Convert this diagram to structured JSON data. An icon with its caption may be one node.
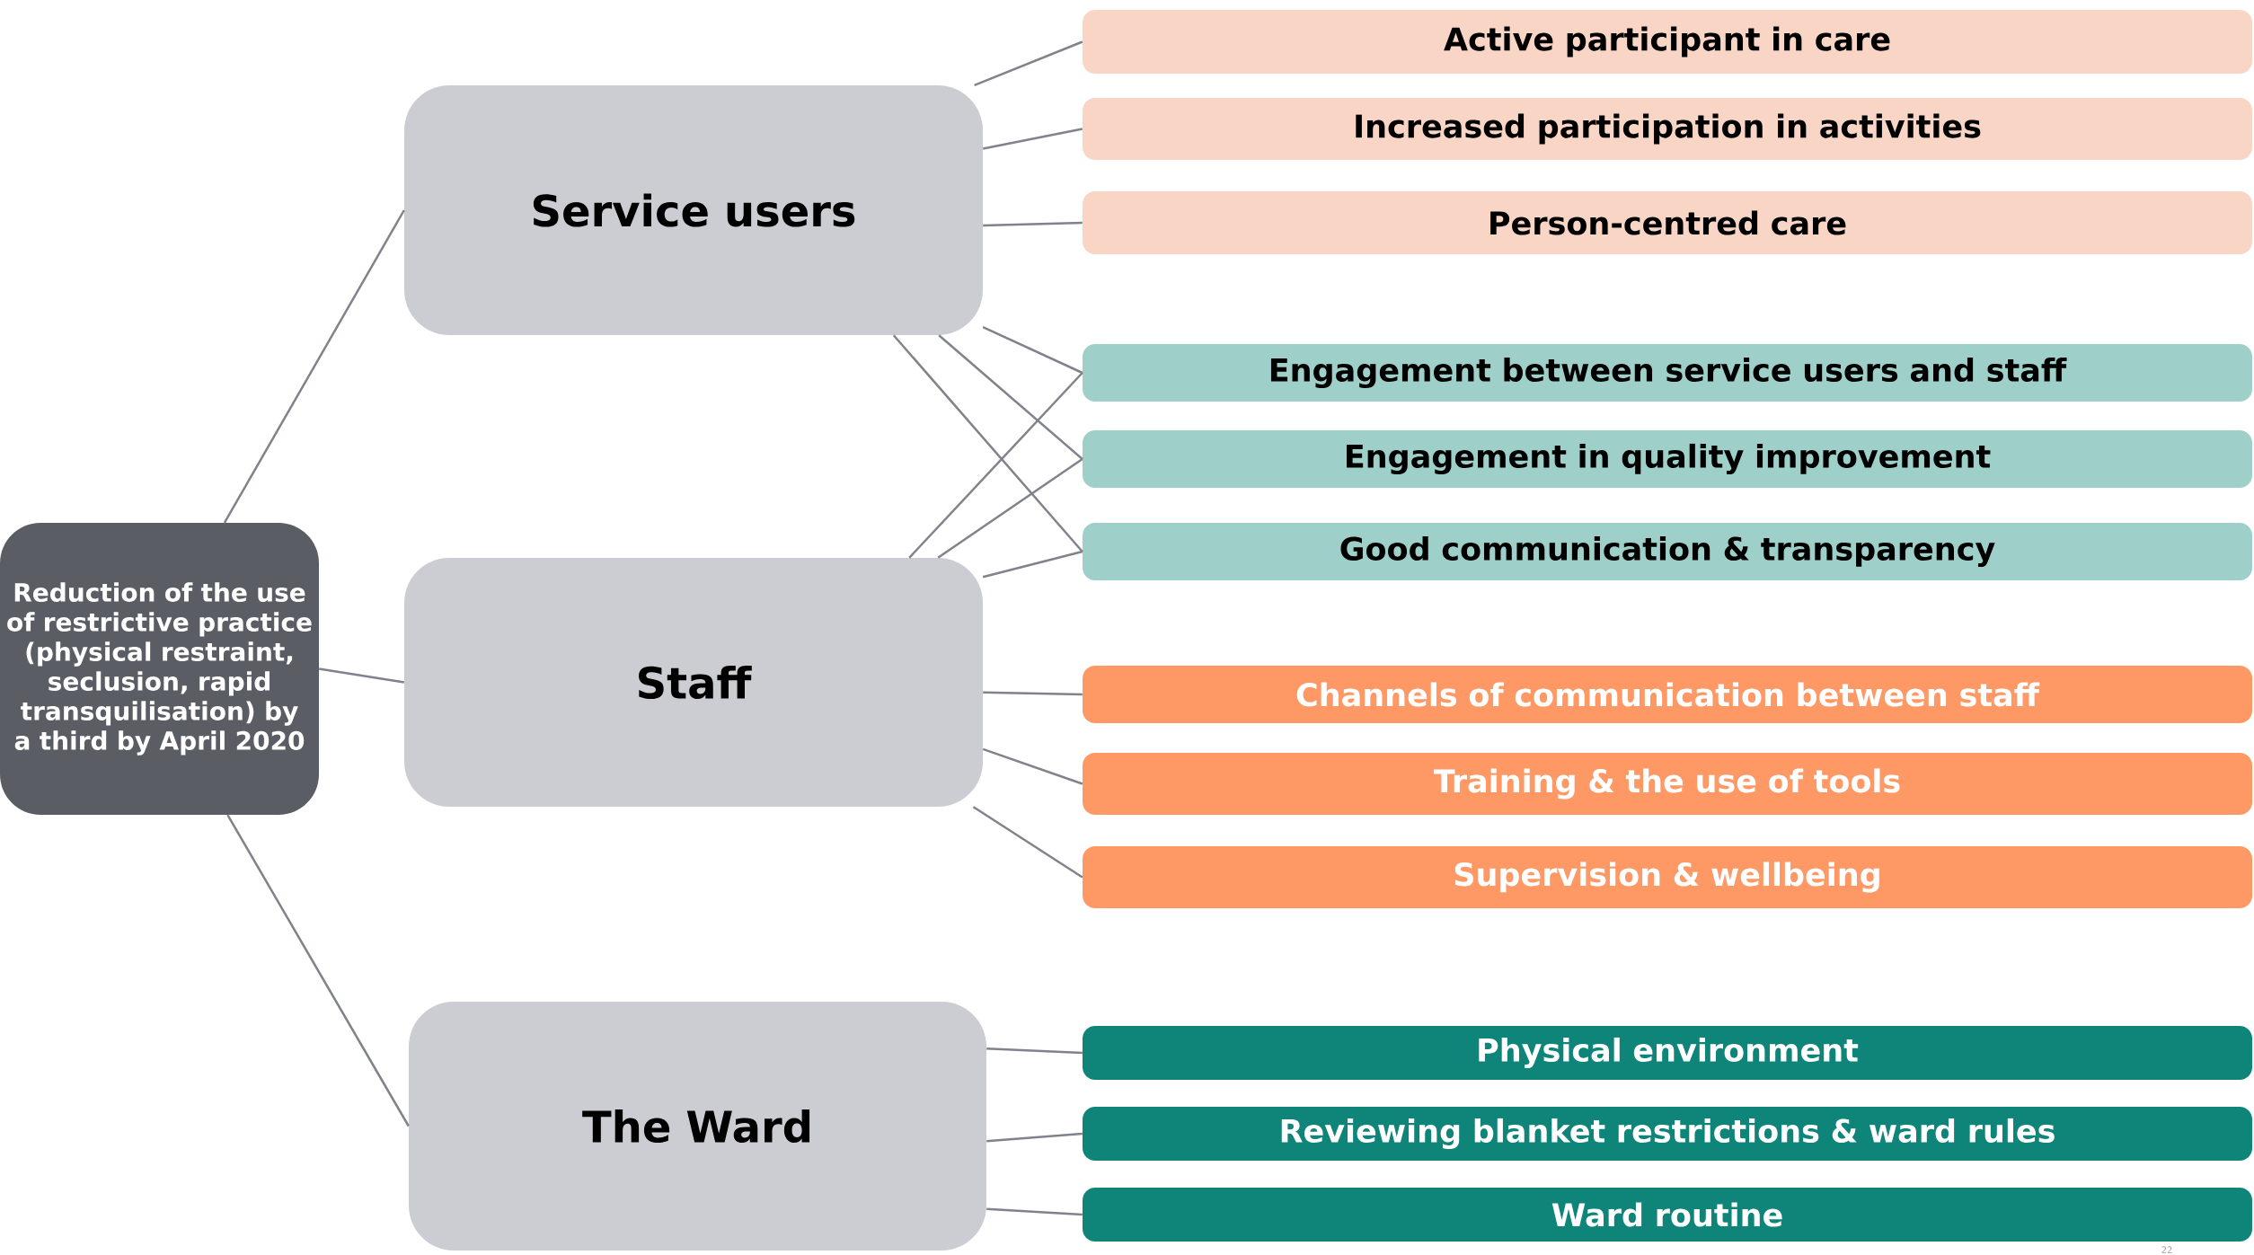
{
  "diagram": {
    "nodes": [
      {
        "text": [
          "Reduction of the use of restrictive practice (physical restraint, seclusion, rapid transquilisation) by a third by April 2020"
        ]
      },
      {
        "text": [
          "Service users"
        ]
      },
      {
        "text": [
          "Staff"
        ]
      },
      {
        "text": [
          "The Ward"
        ]
      },
      {
        "text": [
          "Active participant in care"
        ]
      },
      {
        "text": [
          "Increased participation in activities"
        ]
      },
      {
        "text": [
          "Person-centred care"
        ]
      },
      {
        "text": [
          "Engagement between service users and staff"
        ]
      },
      {
        "text": [
          "Engagement in quality improvement"
        ]
      },
      {
        "text": [
          "Good communication & transparency"
        ]
      },
      {
        "text": [
          "Channels of communication between staff"
        ]
      },
      {
        "text": [
          "Training & the use of tools"
        ]
      },
      {
        "text": [
          "Supervision & wellbeing"
        ]
      },
      {
        "text": [
          "Physical environment"
        ]
      },
      {
        "text": [
          "Reviewing blanket restrictions & ward rules"
        ]
      },
      {
        "text": [
          "Ward routine"
        ]
      }
    ],
    "edges": [
      {
        "from": 0,
        "to": 1,
        "arrow": "none"
      },
      {
        "from": 0,
        "to": 2,
        "arrow": "none"
      },
      {
        "from": 0,
        "to": 3,
        "arrow": "none"
      },
      {
        "from": 1,
        "to": 4,
        "arrow": "none"
      },
      {
        "from": 1,
        "to": 5,
        "arrow": "none"
      },
      {
        "from": 1,
        "to": 6,
        "arrow": "none"
      },
      {
        "from": 1,
        "to": 7,
        "arrow": "none"
      },
      {
        "from": 1,
        "to": 8,
        "arrow": "none"
      },
      {
        "from": 1,
        "to": 9,
        "arrow": "none"
      },
      {
        "from": 2,
        "to": 7,
        "arrow": "none"
      },
      {
        "from": 2,
        "to": 8,
        "arrow": "none"
      },
      {
        "from": 2,
        "to": 9,
        "arrow": "none"
      },
      {
        "from": 2,
        "to": 10,
        "arrow": "none"
      },
      {
        "from": 2,
        "to": 11,
        "arrow": "none"
      },
      {
        "from": 2,
        "to": 12,
        "arrow": "none"
      },
      {
        "from": 3,
        "to": 13,
        "arrow": "none"
      },
      {
        "from": 3,
        "to": 14,
        "arrow": "none"
      },
      {
        "from": 3,
        "to": 15,
        "arrow": "none"
      }
    ],
    "labels": [
      "22"
    ]
  }
}
